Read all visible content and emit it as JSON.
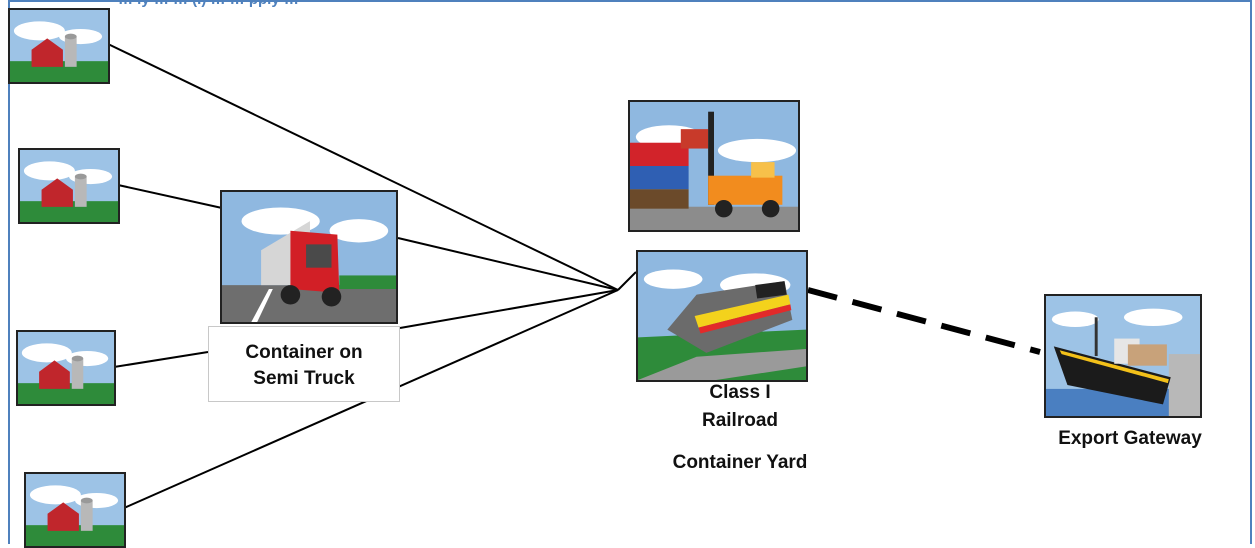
{
  "header": {
    "title": "… ly … … (I) … … pply …"
  },
  "nodes": {
    "semi_truck": {
      "label_line1": "Container on",
      "label_line2": "Semi Truck"
    },
    "railroad": {
      "label_line1": "Class I",
      "label_line2": "Railroad",
      "label_line3": "Container Yard"
    },
    "export": {
      "label": "Export Gateway"
    }
  },
  "icons": {
    "farm": "farm-barn-icon",
    "truck": "semi-truck-icon",
    "crane": "container-crane-icon",
    "train": "locomotive-icon",
    "ship": "cargo-ship-icon"
  },
  "colors": {
    "frame": "#4f81bd",
    "line": "#000000"
  }
}
